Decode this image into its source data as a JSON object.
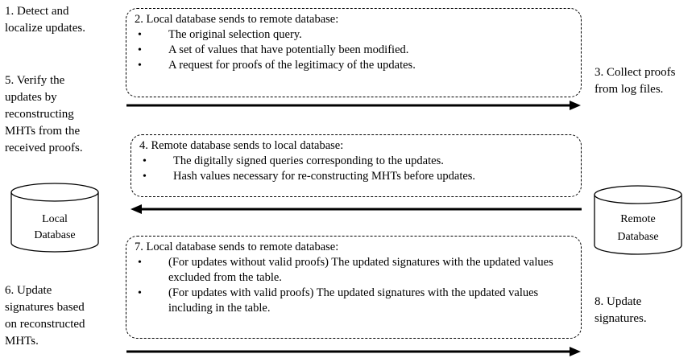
{
  "notes": {
    "step1": "1. Detect and\nlocalize updates.",
    "step5": "5. Verify the\nupdates by\nreconstructing\nMHTs from the\nreceived proofs.",
    "step6": "6. Update\nsignatures based\non reconstructed\nMHTs.",
    "step3": "3. Collect proofs\nfrom log files.",
    "step8": "8. Update\nsignatures."
  },
  "boxes": [
    {
      "title": "2. Local database sends to remote database:",
      "items": [
        "The original selection query.",
        "A set of values that have potentially been modified.",
        "A request for proofs of the legitimacy of the updates."
      ]
    },
    {
      "title": "4. Remote database sends to local database:",
      "items": [
        "The digitally signed queries corresponding to the updates.",
        "Hash values necessary for re-constructing MHTs before updates."
      ]
    },
    {
      "title": "7. Local database sends to remote database:",
      "items": [
        "(For updates without valid proofs) The updated signatures with the updated values excluded from the table.",
        "(For updates with valid proofs) The updated signatures with the updated values including in the table."
      ]
    }
  ],
  "databases": {
    "local": {
      "line1": "Local",
      "line2": "Database"
    },
    "remote": {
      "line1": "Remote",
      "line2": "Database"
    }
  },
  "arrows": [
    {
      "from": "local",
      "to": "remote"
    },
    {
      "from": "remote",
      "to": "local"
    },
    {
      "from": "local",
      "to": "remote"
    }
  ]
}
